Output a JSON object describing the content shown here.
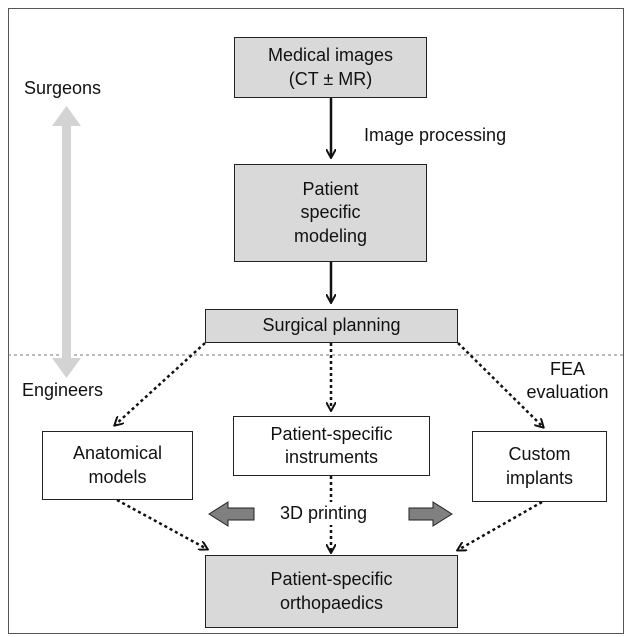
{
  "diagram": {
    "nodes": {
      "medical_images": "Medical images\n(CT ± MR)",
      "patient_specific_modeling": "Patient\nspecific\nmodeling",
      "surgical_planning": "Surgical planning",
      "anatomical_models": "Anatomical\nmodels",
      "patient_specific_instruments": "Patient-specific\ninstruments",
      "custom_implants": "Custom\nimplants",
      "patient_specific_orthopaedics": "Patient-specific\northopaedics"
    },
    "labels": {
      "surgeons": "Surgeons",
      "engineers": "Engineers",
      "image_processing": "Image processing",
      "fea_evaluation": "FEA\nevaluation",
      "three_d_printing": "3D printing"
    },
    "colors": {
      "box_fill": "#d9d9d9",
      "surgeon_engineer_arrow": "#d3d3d3",
      "printing_arrow": "#808080",
      "divider_line": "#777777"
    }
  }
}
